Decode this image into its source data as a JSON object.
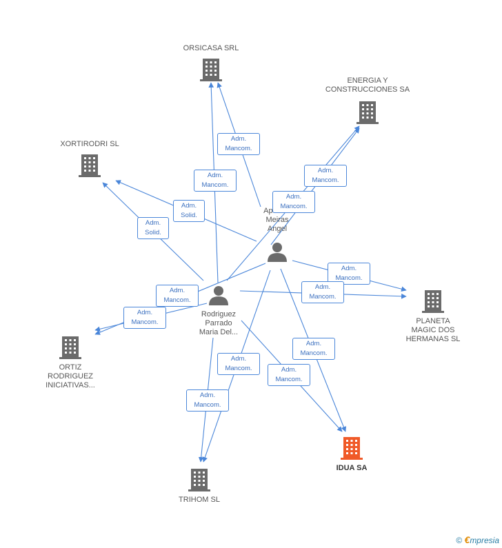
{
  "companies": {
    "orsicasa": "ORSICASA SRL",
    "energia": [
      "ENERGIA Y",
      "CONSTRUCCIONES SA"
    ],
    "xortirodri": "XORTIRODRI SL",
    "planeta": [
      "PLANETA",
      "MAGIC DOS",
      "HERMANAS SL"
    ],
    "ortiz": [
      "ORTIZ",
      "RODRIGUEZ",
      "INICIATIVAS..."
    ],
    "idua": "IDUA SA",
    "trihom": "TRIHOM SL"
  },
  "persons": {
    "aparicio": [
      "Aparicio",
      "Meiras",
      "Angel"
    ],
    "rodriguez": [
      "Rodriguez",
      "Parrado",
      "Maria Del..."
    ]
  },
  "relations": {
    "adm_mancom": [
      "Adm.",
      "Mancom."
    ],
    "adm_solid": [
      "Adm.",
      "Solid."
    ]
  },
  "colors": {
    "edge": "#4a86d9",
    "company_icon": "#6b6b6b",
    "highlight_icon": "#f05a28",
    "person_icon": "#6b6b6b"
  },
  "footer": {
    "copyright": "©",
    "brand_e": "€",
    "brand_rest": "mpresia"
  }
}
